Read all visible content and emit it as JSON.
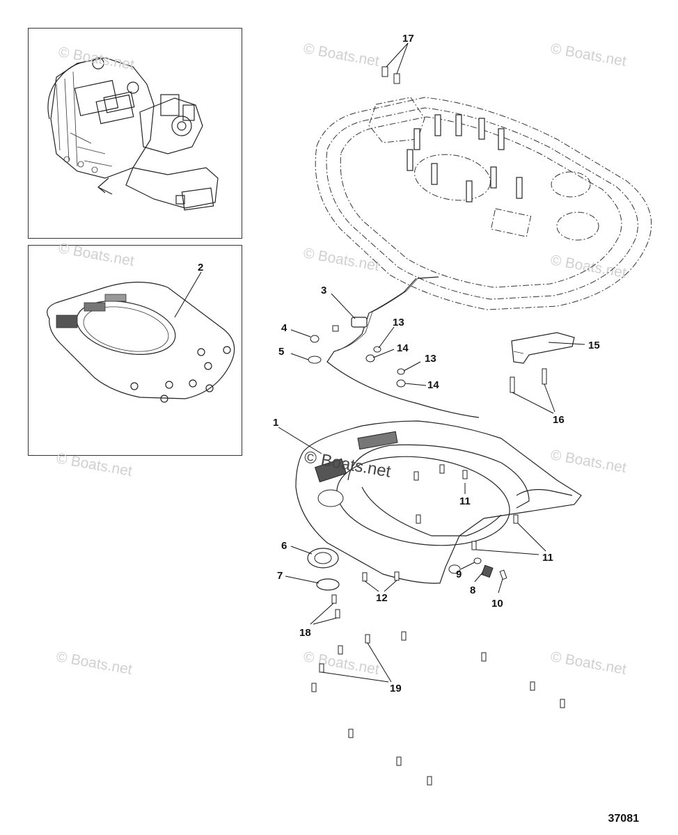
{
  "watermark_text": "© Boats.net",
  "center_watermark_text": "© Boats.net",
  "figure_number": "37081",
  "callouts": {
    "c1": "1",
    "c2": "2",
    "c3": "3",
    "c4": "4",
    "c5": "5",
    "c6": "6",
    "c7": "7",
    "c8": "8",
    "c9": "9",
    "c10": "10",
    "c11a": "11",
    "c11b": "11",
    "c12": "12",
    "c13a": "13",
    "c13b": "13",
    "c14a": "14",
    "c14b": "14",
    "c15": "15",
    "c16": "16",
    "c17": "17",
    "c18": "18",
    "c19": "19"
  },
  "colors": {
    "line": "#222222",
    "watermark": "#d0d0d0",
    "background": "#ffffff"
  },
  "icons": [
    "engine-transmission-illustration",
    "flywheel-housing-plate",
    "flywheel-cover",
    "bolt",
    "nut",
    "washer",
    "sensor-harness",
    "bracket"
  ]
}
